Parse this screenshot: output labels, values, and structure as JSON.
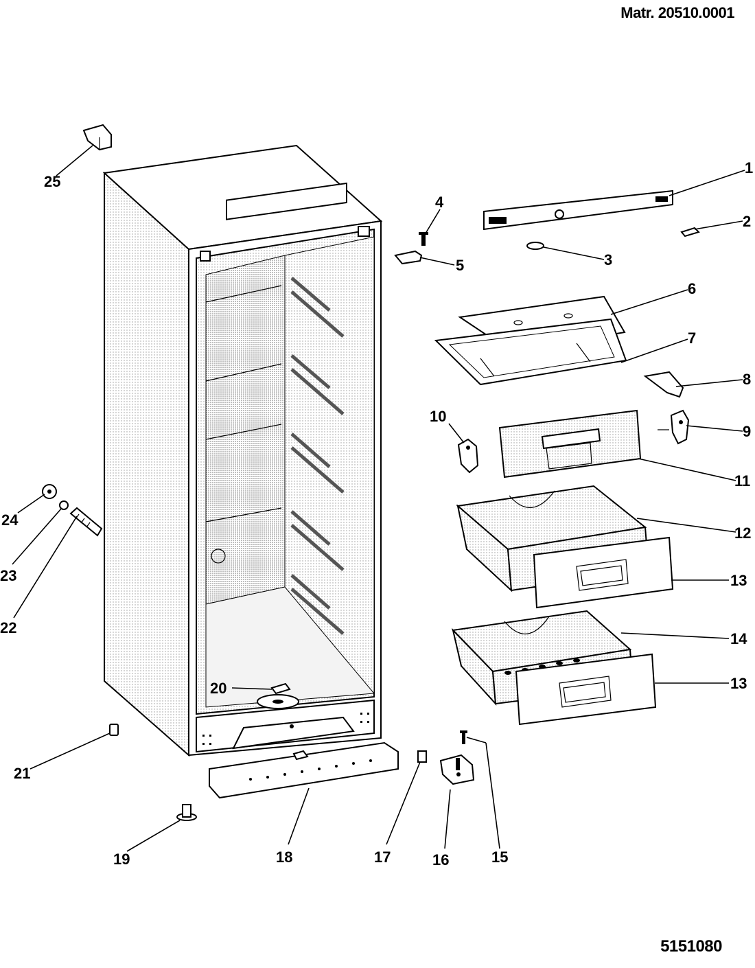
{
  "header": {
    "matr": "Matr. 20510.0001"
  },
  "footer": {
    "drawing_number": "5151080"
  },
  "callouts": {
    "c1": "1",
    "c2": "2",
    "c3": "3",
    "c4": "4",
    "c5": "5",
    "c6": "6",
    "c7": "7",
    "c8": "8",
    "c9": "9",
    "c10": "10",
    "c11": "11",
    "c12": "12",
    "c13a": "13",
    "c14": "14",
    "c13b": "13",
    "c15": "15",
    "c16": "16",
    "c17": "17",
    "c18": "18",
    "c19": "19",
    "c20": "20",
    "c21": "21",
    "c22": "22",
    "c23": "23",
    "c24": "24",
    "c25": "25"
  }
}
